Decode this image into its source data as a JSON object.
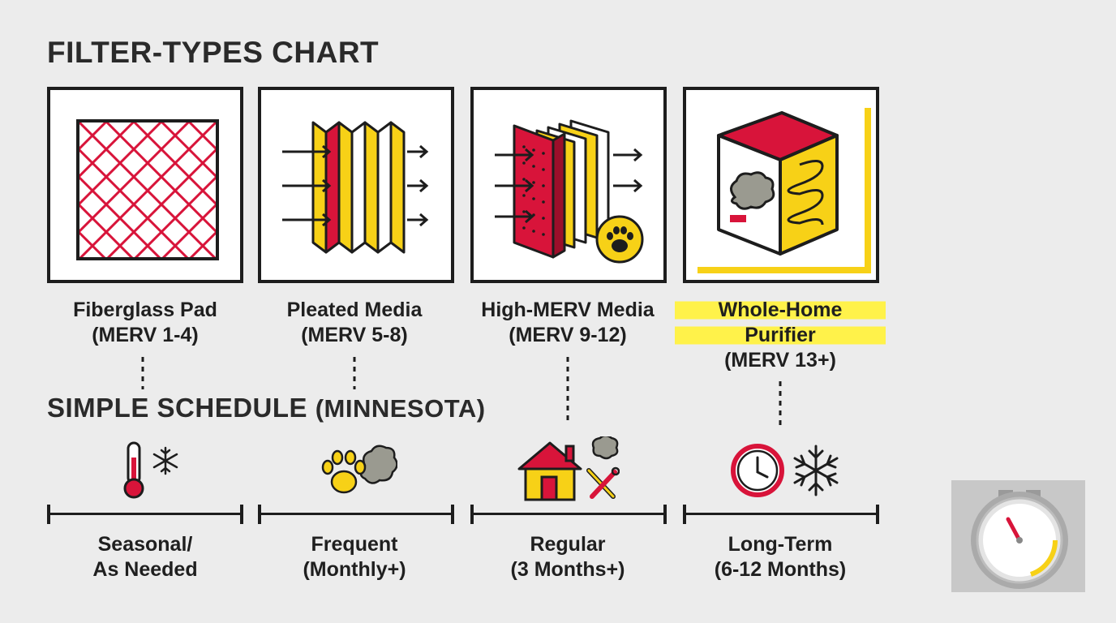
{
  "chart_title": "FILTER-TYPES CHART",
  "schedule_title": {
    "main": "SIMPLE SCHEDULE",
    "sub": "(MINNESOTA)"
  },
  "filters": [
    {
      "line1": "Fiberglass Pad",
      "line2": "(MERV 1-4)",
      "icon": "fiberglass-mesh-icon"
    },
    {
      "line1": "Pleated Media",
      "line2": "(MERV 5-8)",
      "icon": "pleated-filter-icon"
    },
    {
      "line1": "High-MERV Media",
      "line2": "(MERV 9-12)",
      "icon": "high-merv-filter-icon"
    },
    {
      "line1": "Whole-Home",
      "line1b": "Purifier",
      "line2": "(MERV 13+)",
      "icon": "purifier-box-icon"
    }
  ],
  "schedule": [
    {
      "line1": "Seasonal/",
      "line2": "As Needed",
      "icon": "thermometer-snowflake-icon"
    },
    {
      "line1": "Frequent",
      "line2": "(Monthly+)",
      "icon": "paw-dust-icon"
    },
    {
      "line1": "Regular",
      "line2": "(3 Months+)",
      "icon": "house-tools-icon"
    },
    {
      "line1": "Long-Term",
      "line2": "(6-12 Months)",
      "icon": "clock-snowflake-icon"
    }
  ],
  "colors": {
    "red": "#d8143a",
    "yellow": "#f7d117",
    "dark": "#1d1d1d",
    "gray": "#8a8a80",
    "background": "#ececec"
  }
}
